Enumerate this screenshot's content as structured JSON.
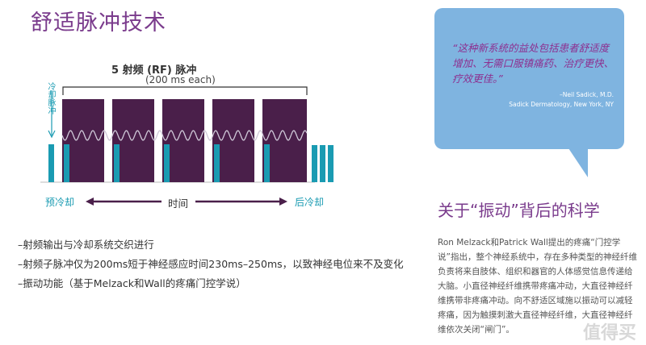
{
  "title": "舒适脉冲技术",
  "diagram": {
    "caption_prefix": "5 射频 (RF) 脉冲",
    "caption_sub": "(200 ms each)",
    "cooling_pulse": "冷却脉冲",
    "pre_cool": "预冷却",
    "time": "时间",
    "post_cool": "后冷却",
    "colors": {
      "pulse": "#4a1f4a",
      "teal": "#1a9bb2",
      "wave": "#cfc8d8"
    }
  },
  "bullets": [
    "–射频输出与冷却系统交织进行",
    "–射频子脉冲仅为200ms短于神经感应时间230ms–250ms，以致神经电位来不及变化",
    "–振动功能（基于Melzack和Wall的疼痛门控学说）"
  ],
  "quote": {
    "text": "“这种新系统的益处包括患者舒适度增加、无需口服镇痛药、治疗更快、疗效更佳。”",
    "author": "–Neil Sadick, M.D.",
    "affiliation": "Sadick Dermatology, New York, NY"
  },
  "section2": {
    "title": "关于“振动”背后的科学",
    "body": "Ron Melzack和Patrick Wall提出的疼痛“门控学说”指出，整个神经系统中，存在多种类型的神经纤维负责将来自肢体、组织和器官的人体感觉信息传递给大脑。小直径神经纤维携带疼痛冲动，大直径神经纤维携带非疼痛冲动。向不舒适区域施以振动可以减轻疼痛，因为触摸刺激大直径神经纤维，大直径神经纤维依次关闭“闸门”。"
  },
  "watermark": "值得买"
}
